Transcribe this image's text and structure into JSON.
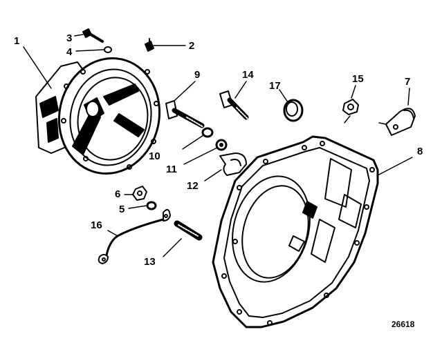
{
  "figure_number": "26618",
  "callouts": {
    "c1": "1",
    "c2": "2",
    "c3": "3",
    "c4": "4",
    "c5": "5",
    "c6": "6",
    "c7": "7",
    "c8": "8",
    "c9": "9",
    "c10": "10",
    "c11": "11",
    "c12": "12",
    "c13": "13",
    "c14": "14",
    "c15": "15",
    "c16": "16",
    "c17": "17"
  }
}
